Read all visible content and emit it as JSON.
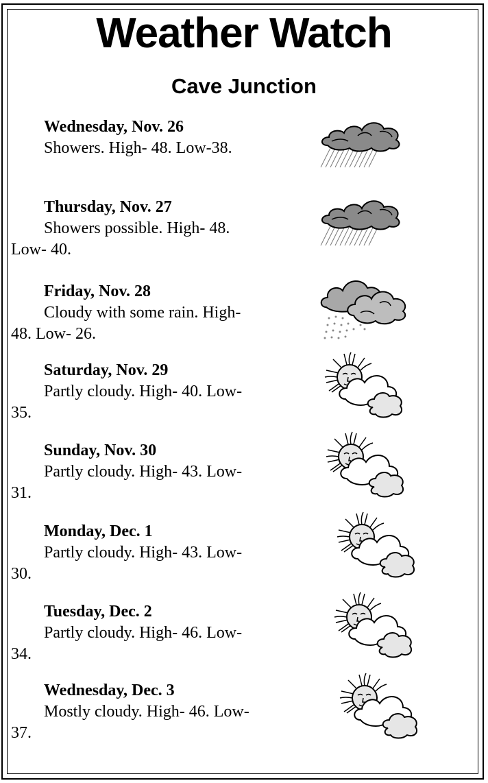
{
  "header": {
    "title": "Weather Watch",
    "location": "Cave Junction"
  },
  "forecast": [
    {
      "day": "Wednesday, Nov. 26",
      "description": "Showers. High- 48. Low-38.",
      "icon": "showers-icon"
    },
    {
      "day": "Thursday, Nov. 27",
      "description": "Showers possible. High- 48. Low- 40.",
      "icon": "showers-icon"
    },
    {
      "day": "Friday, Nov. 28",
      "description": "Cloudy with some rain. High- 48. Low- 26.",
      "icon": "cloudy-rain-icon"
    },
    {
      "day": "Saturday, Nov. 29",
      "description": "Partly cloudy. High- 40. Low- 35.",
      "icon": "partly-cloudy-icon"
    },
    {
      "day": "Sunday, Nov. 30",
      "description": "Partly cloudy. High- 43. Low- 31.",
      "icon": "partly-cloudy-icon"
    },
    {
      "day": "Monday, Dec. 1",
      "description": "Partly cloudy. High- 43. Low- 30.",
      "icon": "partly-cloudy-icon"
    },
    {
      "day": "Tuesday, Dec. 2",
      "description": "Partly cloudy. High- 46. Low- 34.",
      "icon": "partly-cloudy-icon"
    },
    {
      "day": "Wednesday, Dec. 3",
      "description": "Mostly cloudy. High- 46. Low- 37.",
      "icon": "partly-cloudy-icon"
    }
  ]
}
